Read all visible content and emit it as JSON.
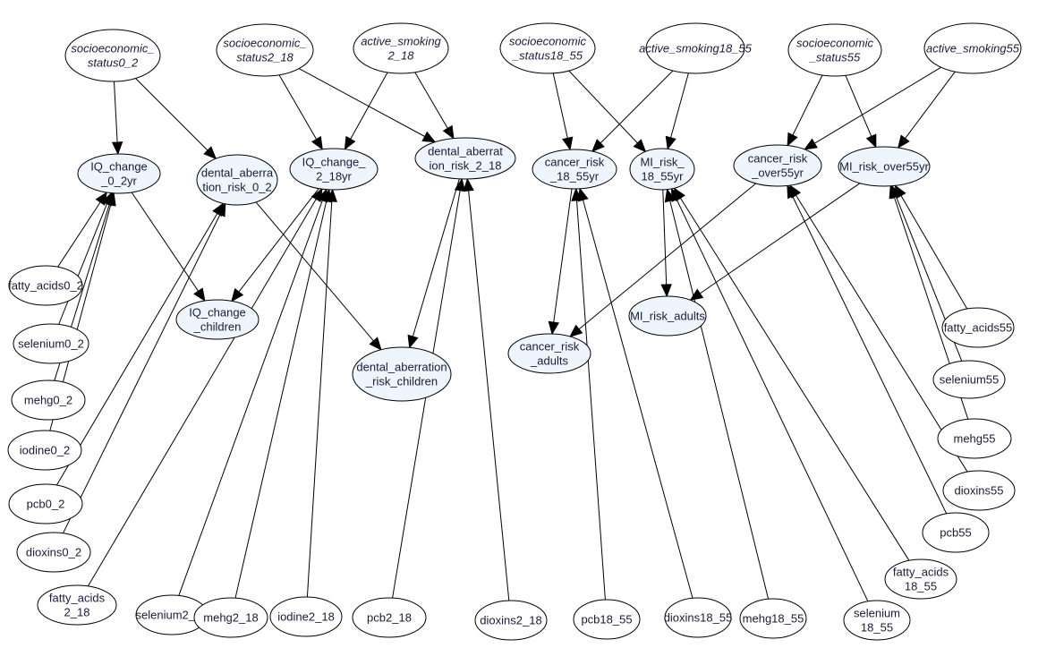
{
  "diagram": {
    "type": "bayesian-network",
    "colors": {
      "background": "#ffffff",
      "decision_fill": "#eef5fc",
      "chance_fill": "#ffffff",
      "stroke": "#000000",
      "text": "#1a1a3a"
    },
    "nodes": [
      {
        "id": "ses0_2",
        "lines": [
          "socioeconomic_",
          "status0_2"
        ],
        "kind": "context"
      },
      {
        "id": "ses2_18",
        "lines": [
          "socioeconomic_",
          "status2_18"
        ],
        "kind": "context"
      },
      {
        "id": "smk2_18",
        "lines": [
          "active_smoking",
          "2_18"
        ],
        "kind": "context"
      },
      {
        "id": "ses18_55",
        "lines": [
          "socioeconomic",
          "_status18_55"
        ],
        "kind": "context"
      },
      {
        "id": "smk18_55",
        "lines": [
          "active_smoking18_55"
        ],
        "kind": "context"
      },
      {
        "id": "ses55",
        "lines": [
          "socioeconomic",
          "_status55"
        ],
        "kind": "context"
      },
      {
        "id": "smk55",
        "lines": [
          "active_smoking55"
        ],
        "kind": "context"
      },
      {
        "id": "iq0_2",
        "lines": [
          "IQ_change",
          "_0_2yr"
        ],
        "kind": "outcome"
      },
      {
        "id": "dent0_2",
        "lines": [
          "dental_aberra",
          "tion_risk_0_2"
        ],
        "kind": "outcome"
      },
      {
        "id": "iq2_18",
        "lines": [
          "IQ_change_",
          "2_18yr"
        ],
        "kind": "outcome"
      },
      {
        "id": "dent2_18",
        "lines": [
          "dental_aberrat",
          "ion_risk_2_18"
        ],
        "kind": "outcome"
      },
      {
        "id": "can18_55",
        "lines": [
          "cancer_risk",
          "_18_55yr"
        ],
        "kind": "outcome"
      },
      {
        "id": "mi18_55",
        "lines": [
          "MI_risk_",
          "18_55yr"
        ],
        "kind": "outcome"
      },
      {
        "id": "can55",
        "lines": [
          "cancer_risk",
          "_over55yr"
        ],
        "kind": "outcome"
      },
      {
        "id": "mi55",
        "lines": [
          "MI_risk_over55yr"
        ],
        "kind": "outcome"
      },
      {
        "id": "iqchild",
        "lines": [
          "IQ_change",
          "_children"
        ],
        "kind": "outcome"
      },
      {
        "id": "dentchild",
        "lines": [
          "dental_aberration",
          "_risk_children"
        ],
        "kind": "outcome"
      },
      {
        "id": "canadult",
        "lines": [
          "cancer_risk",
          "_adults"
        ],
        "kind": "outcome"
      },
      {
        "id": "miadult",
        "lines": [
          "MI_risk_adults"
        ],
        "kind": "outcome"
      },
      {
        "id": "fa0_2",
        "lines": [
          "fatty_acids0_2"
        ],
        "kind": "exposure"
      },
      {
        "id": "se0_2",
        "lines": [
          "selenium0_2"
        ],
        "kind": "exposure"
      },
      {
        "id": "me0_2",
        "lines": [
          "mehg0_2"
        ],
        "kind": "exposure"
      },
      {
        "id": "io0_2",
        "lines": [
          "iodine0_2"
        ],
        "kind": "exposure"
      },
      {
        "id": "pcb0_2",
        "lines": [
          "pcb0_2"
        ],
        "kind": "exposure"
      },
      {
        "id": "dx0_2",
        "lines": [
          "dioxins0_2"
        ],
        "kind": "exposure"
      },
      {
        "id": "fa2_18",
        "lines": [
          "fatty_acids",
          "2_18"
        ],
        "kind": "exposure"
      },
      {
        "id": "se2_18",
        "lines": [
          "selenium2_18"
        ],
        "kind": "exposure"
      },
      {
        "id": "me2_18",
        "lines": [
          "mehg2_18"
        ],
        "kind": "exposure"
      },
      {
        "id": "io2_18",
        "lines": [
          "iodine2_18"
        ],
        "kind": "exposure"
      },
      {
        "id": "pcb2_18",
        "lines": [
          "pcb2_18"
        ],
        "kind": "exposure"
      },
      {
        "id": "dx2_18",
        "lines": [
          "dioxins2_18"
        ],
        "kind": "exposure"
      },
      {
        "id": "pcb18_55",
        "lines": [
          "pcb18_55"
        ],
        "kind": "exposure"
      },
      {
        "id": "dx18_55",
        "lines": [
          "dioxins18_55"
        ],
        "kind": "exposure"
      },
      {
        "id": "me18_55",
        "lines": [
          "mehg18_55"
        ],
        "kind": "exposure"
      },
      {
        "id": "se18_55",
        "lines": [
          "selenium",
          "18_55"
        ],
        "kind": "exposure"
      },
      {
        "id": "fa18_55",
        "lines": [
          "fatty_acids",
          "18_55"
        ],
        "kind": "exposure"
      },
      {
        "id": "pcb55",
        "lines": [
          "pcb55"
        ],
        "kind": "exposure"
      },
      {
        "id": "dx55",
        "lines": [
          "dioxins55"
        ],
        "kind": "exposure"
      },
      {
        "id": "me55",
        "lines": [
          "mehg55"
        ],
        "kind": "exposure"
      },
      {
        "id": "se55",
        "lines": [
          "selenium55"
        ],
        "kind": "exposure"
      },
      {
        "id": "fa55",
        "lines": [
          "fatty_acids55"
        ],
        "kind": "exposure"
      }
    ],
    "edges": [
      [
        "ses0_2",
        "iq0_2"
      ],
      [
        "ses0_2",
        "dent0_2"
      ],
      [
        "ses2_18",
        "iq2_18"
      ],
      [
        "ses2_18",
        "dent2_18"
      ],
      [
        "smk2_18",
        "iq2_18"
      ],
      [
        "smk2_18",
        "dent2_18"
      ],
      [
        "ses18_55",
        "can18_55"
      ],
      [
        "ses18_55",
        "mi18_55"
      ],
      [
        "smk18_55",
        "can18_55"
      ],
      [
        "smk18_55",
        "mi18_55"
      ],
      [
        "ses55",
        "can55"
      ],
      [
        "ses55",
        "mi55"
      ],
      [
        "smk55",
        "can55"
      ],
      [
        "smk55",
        "mi55"
      ],
      [
        "fa0_2",
        "iq0_2"
      ],
      [
        "se0_2",
        "iq0_2"
      ],
      [
        "me0_2",
        "iq0_2"
      ],
      [
        "io0_2",
        "iq0_2"
      ],
      [
        "pcb0_2",
        "dent0_2"
      ],
      [
        "dx0_2",
        "dent0_2"
      ],
      [
        "fa2_18",
        "iq2_18"
      ],
      [
        "se2_18",
        "iq2_18"
      ],
      [
        "me2_18",
        "iq2_18"
      ],
      [
        "io2_18",
        "iq2_18"
      ],
      [
        "pcb2_18",
        "dent2_18"
      ],
      [
        "dx2_18",
        "dent2_18"
      ],
      [
        "pcb18_55",
        "can18_55"
      ],
      [
        "dx18_55",
        "can18_55"
      ],
      [
        "me18_55",
        "mi18_55"
      ],
      [
        "se18_55",
        "mi18_55"
      ],
      [
        "fa18_55",
        "mi18_55"
      ],
      [
        "pcb55",
        "can55"
      ],
      [
        "dx55",
        "can55"
      ],
      [
        "me55",
        "mi55"
      ],
      [
        "se55",
        "mi55"
      ],
      [
        "fa55",
        "mi55"
      ],
      [
        "iq0_2",
        "iqchild"
      ],
      [
        "iq2_18",
        "iqchild"
      ],
      [
        "dent0_2",
        "dentchild"
      ],
      [
        "dent2_18",
        "dentchild"
      ],
      [
        "can18_55",
        "canadult"
      ],
      [
        "can55",
        "canadult"
      ],
      [
        "mi18_55",
        "miadult"
      ],
      [
        "mi55",
        "miadult"
      ]
    ]
  }
}
